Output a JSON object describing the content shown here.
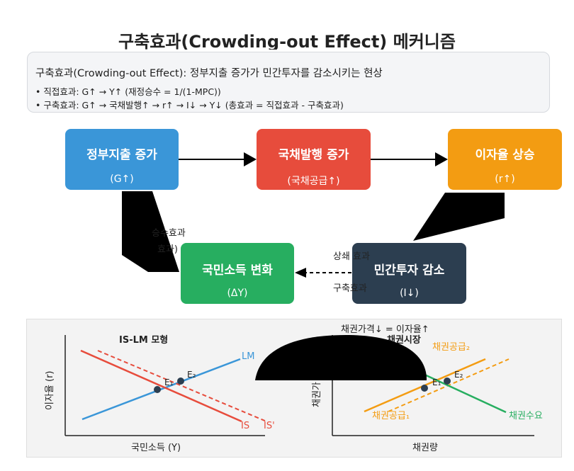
{
  "title": "구축효과(Crowding-out Effect) 메커니즘",
  "definition": "구축효과(Crowding-out Effect): 정부지출 증가가 민간투자를 감소시키는 현상",
  "points": [
    "• 직접효과: G↑ → Y↑ (재정승수 = 1/(1-MPC))",
    "• 구축효과: G↑ → 국채발행↑ → r↑ → I↓ → Y↓ (총효과 = 직접효과 - 구축효과)"
  ],
  "nodes": {
    "gov_spending": {
      "title": "정부지출 증가",
      "sub": "(G↑)",
      "color": "#3a96d8"
    },
    "bond_issue": {
      "title": "국채발행 증가",
      "sub": "(국채공급↑)",
      "color": "#e74c3c"
    },
    "rate_rise": {
      "title": "이자율 상승",
      "sub": "(r↑)",
      "color": "#f39c12"
    },
    "income_change": {
      "title": "국민소득 변화",
      "sub": "(ΔY)",
      "color": "#27ae60"
    },
    "investment_drop": {
      "title": "민간투자 감소",
      "sub": "(I↓)",
      "color": "#2c3e50"
    }
  },
  "edge_labels": {
    "multiplier_line1": "승수효과",
    "multiplier_line2": "효과)",
    "offset": "상쇄 효과",
    "crowding": "구축효과"
  },
  "islm": {
    "title": "IS-LM 모형",
    "xlabel": "국민소득 (Y)",
    "ylabel": "이자율 (r)",
    "lm": "LM",
    "is": "IS",
    "is_shifted": "IS'",
    "e1": "E₁",
    "e2": "E₂",
    "colors": {
      "lm": "#3a96d8",
      "is": "#e74c3c"
    }
  },
  "bond_market": {
    "title": "채권시장",
    "xlabel": "채권량",
    "ylabel": "채권가",
    "note": "채권가격↓ = 이자율↑",
    "supply1": "채권공급₁",
    "supply2": "채권공급₂",
    "demand": "채권수요",
    "e1": "E₁",
    "e2": "E₂",
    "colors": {
      "supply": "#f39c12",
      "demand": "#27ae60"
    }
  }
}
